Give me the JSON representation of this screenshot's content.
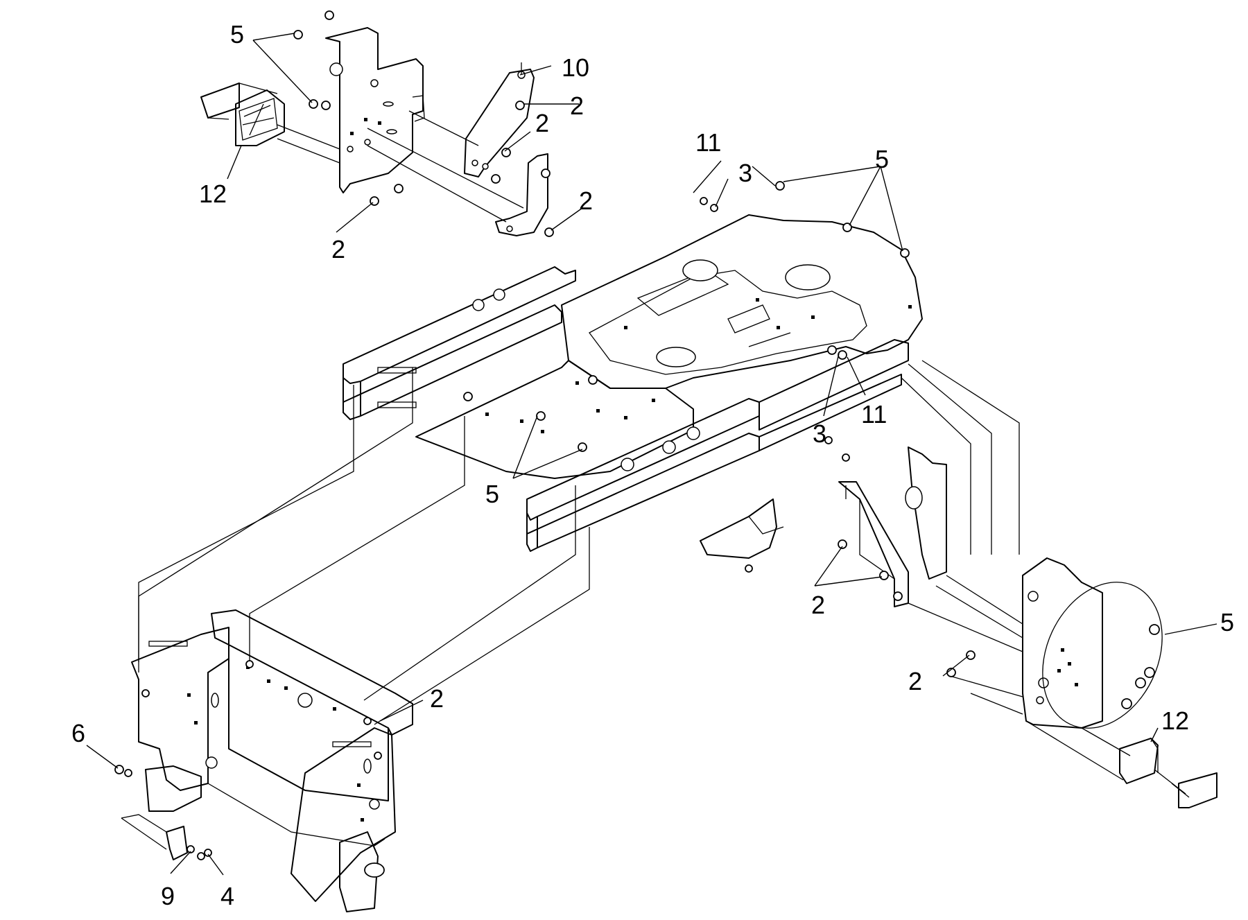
{
  "diagram": {
    "callouts": [
      {
        "id": "c5-topleft",
        "text": "5"
      },
      {
        "id": "c10",
        "text": "10"
      },
      {
        "id": "c2-a",
        "text": "2"
      },
      {
        "id": "c2-b",
        "text": "2"
      },
      {
        "id": "c12-left",
        "text": "12"
      },
      {
        "id": "c2-c",
        "text": "2"
      },
      {
        "id": "c2-d",
        "text": "2"
      },
      {
        "id": "c11-top",
        "text": "11"
      },
      {
        "id": "c3-top",
        "text": "3"
      },
      {
        "id": "c5-topright",
        "text": "5"
      },
      {
        "id": "c3-mid",
        "text": "3"
      },
      {
        "id": "c11-mid",
        "text": "11"
      },
      {
        "id": "c5-center",
        "text": "5"
      },
      {
        "id": "c2-e",
        "text": "2"
      },
      {
        "id": "c5-right",
        "text": "5"
      },
      {
        "id": "c2-f",
        "text": "2"
      },
      {
        "id": "c12-right",
        "text": "12"
      },
      {
        "id": "c2-g",
        "text": "2"
      },
      {
        "id": "c6",
        "text": "6"
      },
      {
        "id": "c9",
        "text": "9"
      },
      {
        "id": "c4",
        "text": "4"
      }
    ]
  }
}
